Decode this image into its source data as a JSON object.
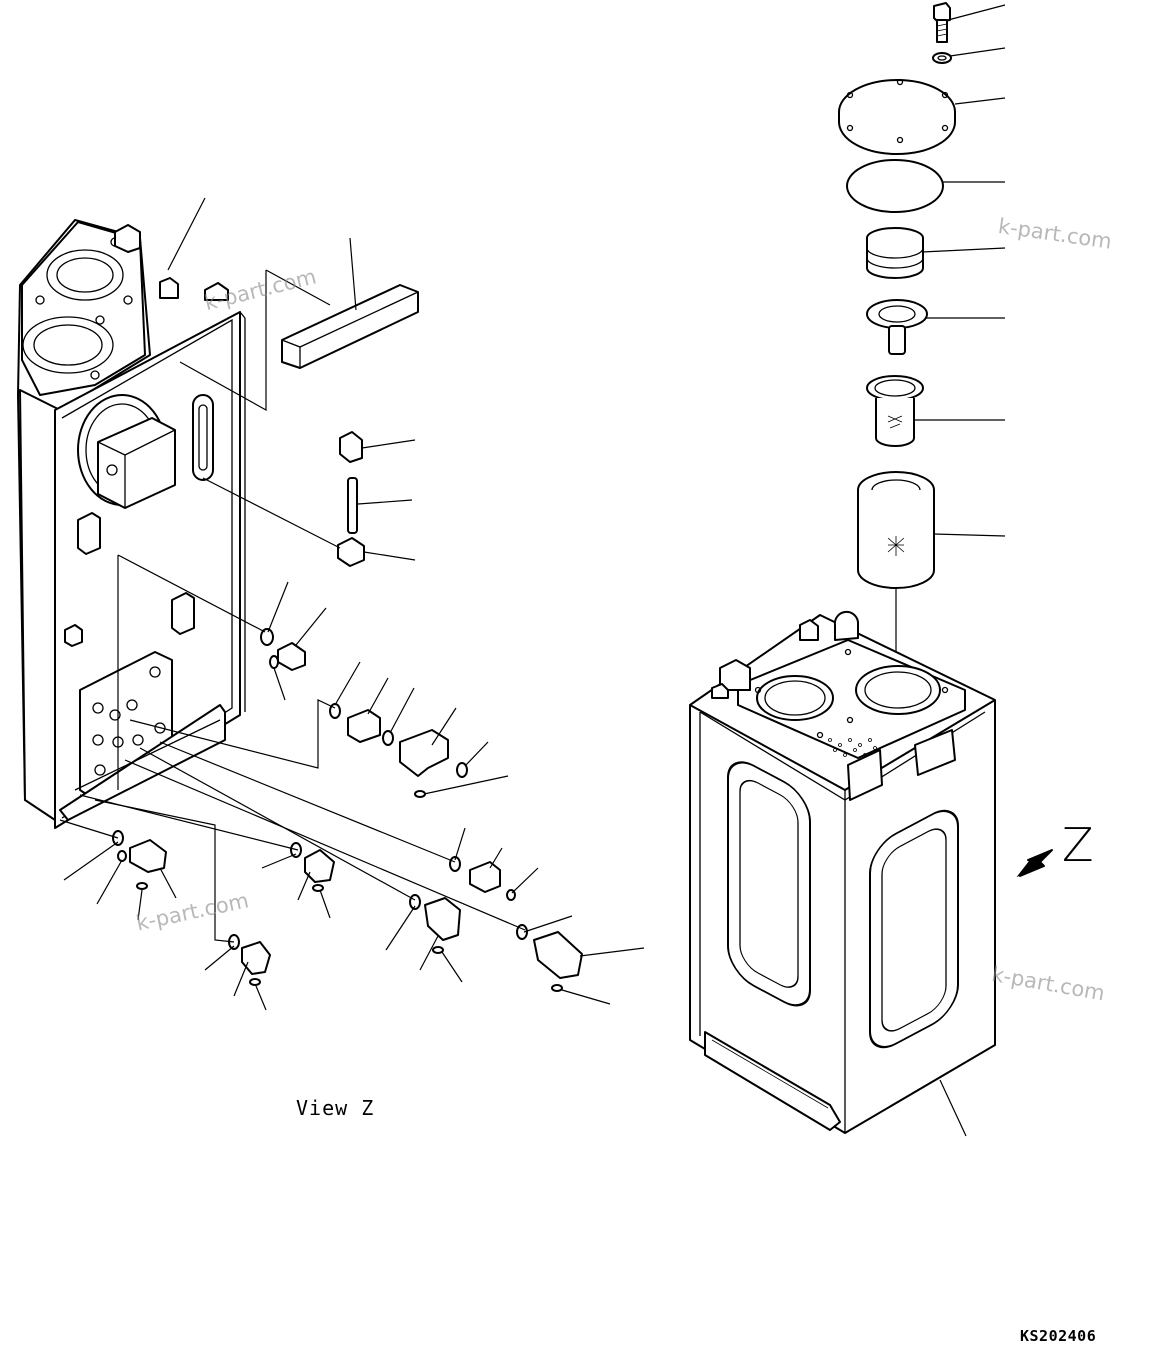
{
  "labels": {
    "view": "View Z",
    "z_marker": "Z",
    "drawing_code": "KS202406"
  },
  "watermarks": [
    "k-part.com",
    "k-part.com",
    "k-part.com",
    "k-part.com"
  ],
  "colors": {
    "line": "#000000",
    "background": "#ffffff",
    "watermark": "#8a8a8a"
  },
  "icons": {
    "direction_arrow": "view-direction-arrow-icon"
  }
}
